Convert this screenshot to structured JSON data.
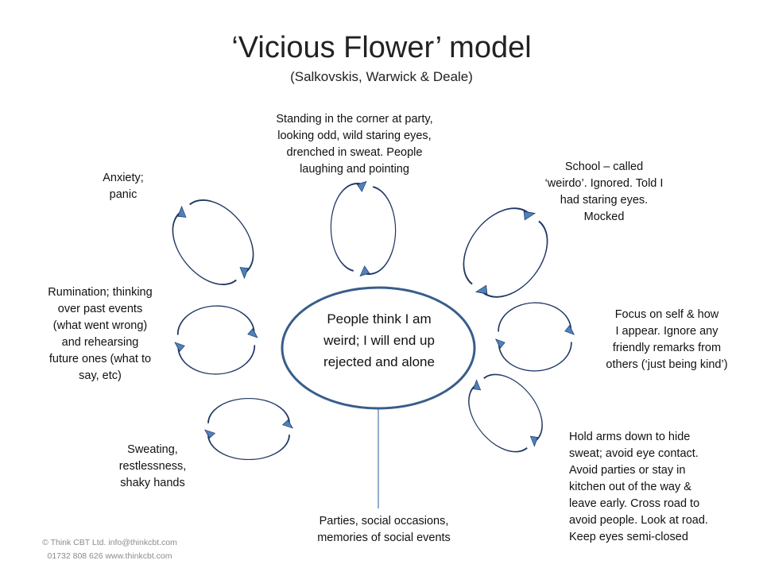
{
  "title": "‘Vicious Flower’ model",
  "subtitle": "(Salkovskis, Warwick & Deale)",
  "core": "People think I am\nweird; I will end up\nrejected and alone",
  "petals": {
    "top": "Standing in the corner at party,\nlooking odd, wild staring eyes,\ndrenched in sweat. People\nlaughing and pointing",
    "upper_right": "School – called\n‘weirdo’. Ignored. Told I\nhad staring eyes.\nMocked",
    "right": "Focus on self & how\nI appear. Ignore any\nfriendly remarks from\nothers (‘just being kind’)",
    "lower_right": "Hold arms down to hide\nsweat; avoid eye contact.\nAvoid parties or stay in\nkitchen out of the way &\nleave early. Cross road to\navoid people.  Look at road.\nKeep eyes semi-closed",
    "bottom": "Parties, social occasions,\nmemories of social events",
    "lower_left": "Sweating,\nrestlessness,\nshaky hands",
    "left": "Rumination; thinking\nover past events\n(what went wrong)\nand rehearsing\nfuture ones (what to\nsay, etc)",
    "upper_left": "Anxiety;\npanic"
  },
  "footer": "© Think CBT Ltd. info@thinkcbt.com\n01732 808 626 www.thinkcbt.com",
  "colors": {
    "arrow_fill": "#4f81bd",
    "arrow_stroke": "#1f3864",
    "connector": "#6f8fbf",
    "ellipse_stroke": "#385d8a"
  }
}
